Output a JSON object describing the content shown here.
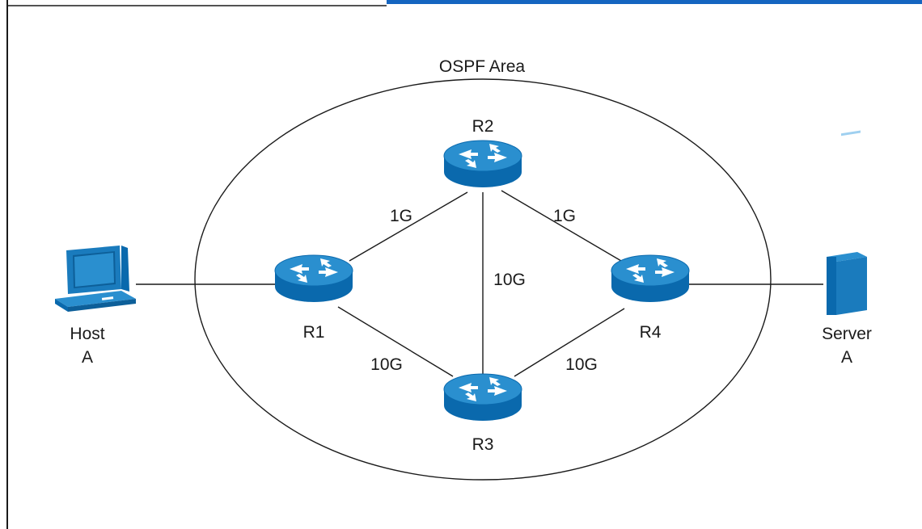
{
  "diagram": {
    "area_label": "OSPF Area",
    "colors": {
      "router_top": "#2a8fcf",
      "router_side": "#0a69ad",
      "device_blue": "#1a7bbd",
      "accent_bar": "#1565c0"
    },
    "routers": [
      {
        "id": "R1",
        "label": "R1"
      },
      {
        "id": "R2",
        "label": "R2"
      },
      {
        "id": "R3",
        "label": "R3"
      },
      {
        "id": "R4",
        "label": "R4"
      }
    ],
    "host": {
      "line1": "Host",
      "line2": "A",
      "icon": "computer-icon"
    },
    "server": {
      "line1": "Server",
      "line2": "A",
      "icon": "server-icon"
    },
    "links": [
      {
        "from": "R1",
        "to": "R2",
        "bandwidth": "1G"
      },
      {
        "from": "R2",
        "to": "R4",
        "bandwidth": "1G"
      },
      {
        "from": "R2",
        "to": "R3",
        "bandwidth": "10G"
      },
      {
        "from": "R1",
        "to": "R3",
        "bandwidth": "10G"
      },
      {
        "from": "R3",
        "to": "R4",
        "bandwidth": "10G"
      },
      {
        "from": "Host A",
        "to": "R1",
        "bandwidth": ""
      },
      {
        "from": "R4",
        "to": "Server A",
        "bandwidth": ""
      }
    ]
  }
}
